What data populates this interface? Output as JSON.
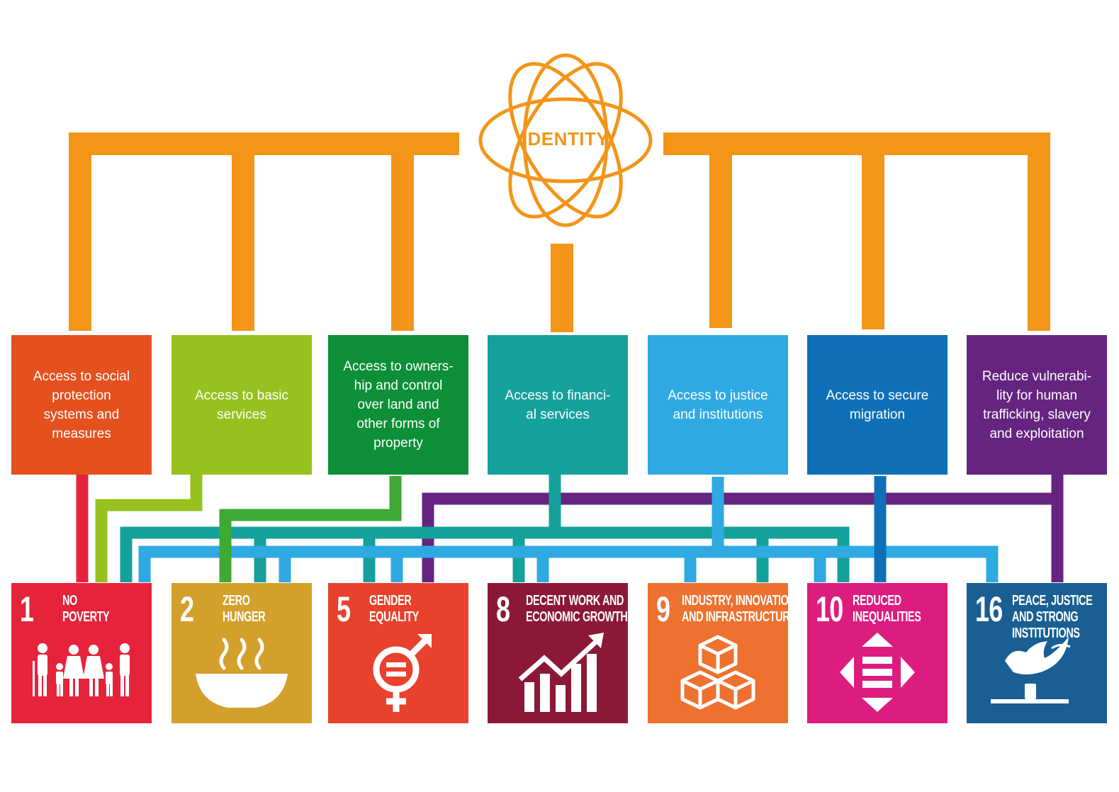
{
  "identity": {
    "label": "IDENTITY",
    "color": "#f29518"
  },
  "access_boxes": [
    {
      "label": "Access to social\nprotection\nsystems and\nmeasures",
      "color": "#e5501f"
    },
    {
      "label": "Access to basic\nservices",
      "color": "#96c11f"
    },
    {
      "label": "Access to owners-\nhip and control\nover land and\nother forms of\nproperty",
      "color": "#0d8f37"
    },
    {
      "label": "Access to financi-\nal services",
      "color": "#14a19b"
    },
    {
      "label": "Access to justice\nand institutions",
      "color": "#2fa9e2"
    },
    {
      "label": "Access to secure\nmigration",
      "color": "#0f70b7"
    },
    {
      "label": "Reduce vulnerabi-\nlity for human\ntrafficking, slavery\nand exploitation",
      "color": "#652480"
    }
  ],
  "goals": [
    {
      "number": "1",
      "title": "No\nPoverty",
      "color": "#e5243b",
      "icon": "family-icon"
    },
    {
      "number": "2",
      "title": "Zero\nHunger",
      "color": "#d3a02b",
      "icon": "bowl-icon"
    },
    {
      "number": "5",
      "title": "Gender\nEquality",
      "color": "#e8412c",
      "icon": "gender-equality-icon"
    },
    {
      "number": "8",
      "title": "Decent work and\neconomic growth",
      "color": "#8c1838",
      "icon": "growth-chart-icon"
    },
    {
      "number": "9",
      "title": "Industry, innovation\nand infrastructure",
      "color": "#ee7130",
      "icon": "cubes-icon"
    },
    {
      "number": "10",
      "title": "Reduced\ninequalities",
      "color": "#dd1c7f",
      "icon": "arrows-equal-icon"
    },
    {
      "number": "16",
      "title": "Peace, justice\nand strong\ninstitutions",
      "color": "#1a5f93",
      "icon": "dove-gavel-icon"
    }
  ],
  "connector_colors": {
    "identity": "#f29518",
    "social": "#e5243b",
    "basic": "#96c11f",
    "ownership": "#3ea933",
    "financial": "#14a19b",
    "justice": "#2fa9e2",
    "migration": "#0f70b7",
    "vulnerability": "#652480"
  }
}
